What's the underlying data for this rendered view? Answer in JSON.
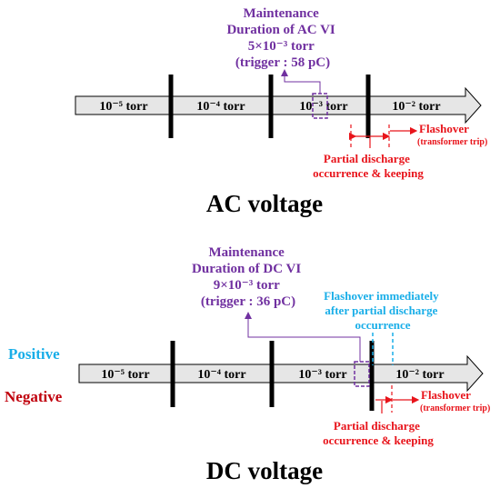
{
  "colors": {
    "maintenance": "#7030a0",
    "partial_discharge": "#e8141b",
    "flashover_immediate": "#19aee8",
    "negative": "#c0000c",
    "arrow_fill": "#e6e6e6"
  },
  "ac": {
    "maintenance_lines": [
      "Maintenance",
      "Duration of AC VI",
      "5×10⁻³ torr",
      "(trigger : 58 pC)"
    ],
    "pressures": [
      "10⁻⁵ torr",
      "10⁻⁴ torr",
      "10⁻³ torr",
      "10⁻² torr"
    ],
    "flashover": "Flashover",
    "flashover_sub": "(transformer trip)",
    "partial_lines": [
      "Partial discharge",
      "occurrence & keeping"
    ],
    "title": "AC voltage"
  },
  "dc": {
    "maintenance_lines": [
      "Maintenance",
      "Duration of DC VI",
      "9×10⁻³ torr",
      "(trigger : 36 pC)"
    ],
    "flashover_immediate_lines": [
      "Flashover immediately",
      "after partial discharge",
      "occurrence"
    ],
    "positive": "Positive",
    "negative": "Negative",
    "pressures": [
      "10⁻⁵ torr",
      "10⁻⁴ torr",
      "10⁻³ torr",
      "10⁻² torr"
    ],
    "flashover": "Flashover",
    "flashover_sub": "(transformer trip)",
    "partial_lines": [
      "Partial discharge",
      "occurrence & keeping"
    ],
    "title": "DC voltage"
  }
}
